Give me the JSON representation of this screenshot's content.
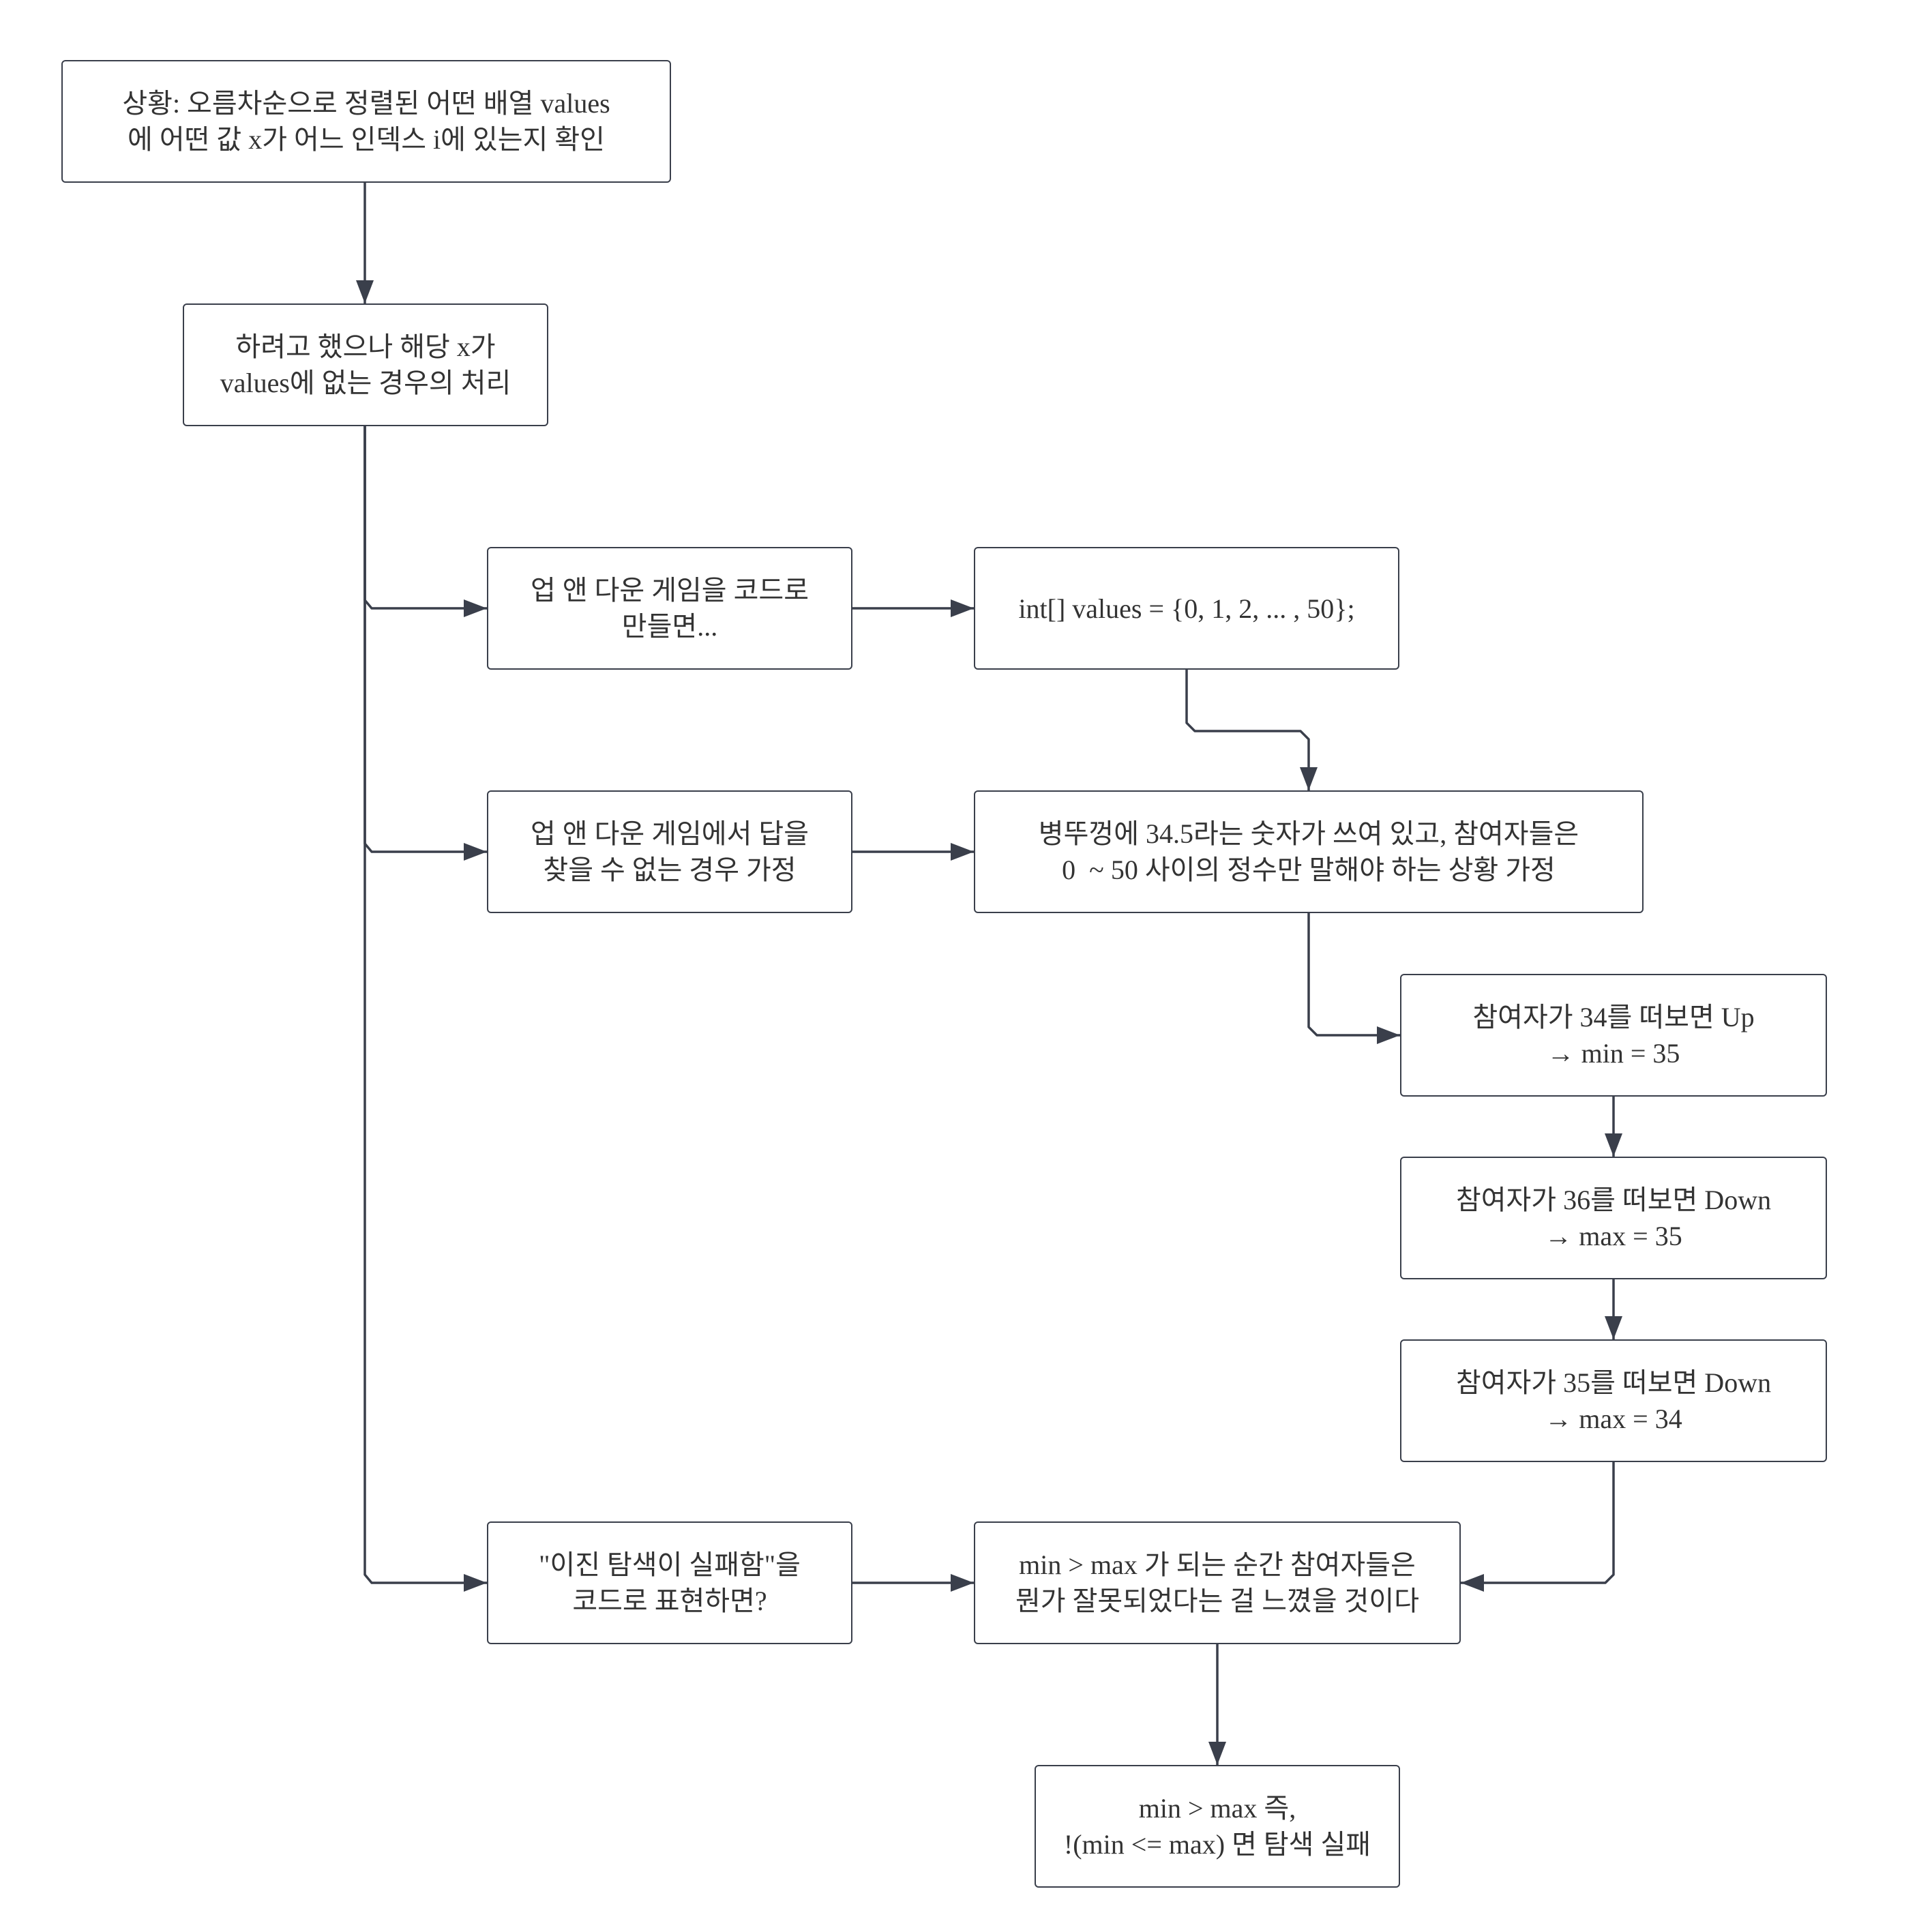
{
  "diagram": {
    "line_color": "#3a3f4b",
    "nodes": {
      "n1": {
        "lines": [
          "상황: 오름차순으로 정렬된 어떤 배열 values",
          "에 어떤 값 x가 어느 인덱스 i에 있는지 확인"
        ]
      },
      "n2": {
        "lines": [
          "하려고 했으나 해당 x가",
          "values에 없는 경우의 처리"
        ]
      },
      "n3": {
        "lines": [
          "업 앤 다운 게임을 코드로",
          "만들면..."
        ]
      },
      "n4": {
        "lines": [
          "int[] values = {0, 1, 2, ... , 50};"
        ]
      },
      "n5": {
        "lines": [
          "업 앤 다운 게임에서 답을",
          "찾을 수 없는 경우 가정"
        ]
      },
      "n6": {
        "lines": [
          "병뚜껑에 34.5라는 숫자가 쓰여 있고, 참여자들은",
          "0  ~ 50 사이의 정수만 말해야 하는 상황 가정"
        ]
      },
      "n7": {
        "lines": [
          "참여자가 34를 떠보면 Up",
          "→ min = 35"
        ]
      },
      "n8": {
        "lines": [
          "참여자가 36를 떠보면 Down",
          "→ max = 35"
        ]
      },
      "n9": {
        "lines": [
          "참여자가 35를 떠보면 Down",
          "→ max = 34"
        ]
      },
      "n10": {
        "lines": [
          "\"이진 탐색이 실패함\"을",
          "코드로 표현하면?"
        ]
      },
      "n11": {
        "lines": [
          "min > max 가 되는 순간 참여자들은",
          "뭔가 잘못되었다는 걸 느꼈을 것이다"
        ]
      },
      "n12": {
        "lines": [
          "min > max 즉,",
          "!(min <= max) 면 탐색 실패"
        ]
      }
    },
    "edges": [
      {
        "from": "n1",
        "to": "n2"
      },
      {
        "from": "n2",
        "to": "n3"
      },
      {
        "from": "n2",
        "to": "n5"
      },
      {
        "from": "n2",
        "to": "n10"
      },
      {
        "from": "n3",
        "to": "n4"
      },
      {
        "from": "n4",
        "to": "n6"
      },
      {
        "from": "n5",
        "to": "n6"
      },
      {
        "from": "n6",
        "to": "n7"
      },
      {
        "from": "n7",
        "to": "n8"
      },
      {
        "from": "n8",
        "to": "n9"
      },
      {
        "from": "n9",
        "to": "n11"
      },
      {
        "from": "n10",
        "to": "n11"
      },
      {
        "from": "n11",
        "to": "n12"
      }
    ]
  }
}
